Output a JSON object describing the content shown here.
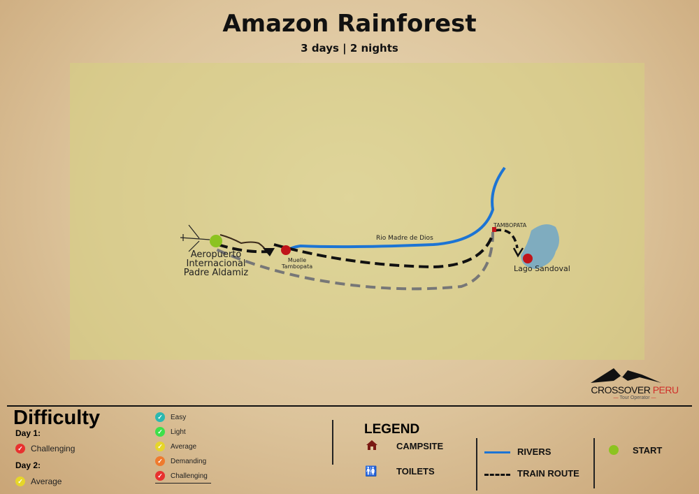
{
  "header": {
    "title": "Amazon Rainforest",
    "subtitle": "3 days | 2 nights"
  },
  "map": {
    "labels": {
      "airport": [
        "Aeropuerto",
        "Internacional",
        "Padre Aldamiz"
      ],
      "muelle": [
        "Muelle",
        "Tambopata"
      ],
      "river": "Rio Madre de Dios",
      "tambopata": "TAMBOPATA",
      "lake": "Lago Sandoval"
    }
  },
  "logo": {
    "brand_a": "CROSSOVER",
    "brand_b": "PERU",
    "tagline": "Tour Operator"
  },
  "difficulty": {
    "title": "Difficulty",
    "days": [
      {
        "label": "Day 1:",
        "level": "Challenging",
        "color": "#e8312f"
      },
      {
        "label": "Day 2:",
        "level": "Average",
        "color": "#e6d62a"
      }
    ],
    "scale": [
      {
        "label": "Easy",
        "color": "#2bb8b0"
      },
      {
        "label": "Light",
        "color": "#3ee04a"
      },
      {
        "label": "Average",
        "color": "#e6d62a"
      },
      {
        "label": "Demanding",
        "color": "#ef7a2e"
      },
      {
        "label": "Challenging",
        "color": "#e8312f"
      }
    ]
  },
  "legend": {
    "title": "LEGEND",
    "campsite": "CAMPSITE",
    "toilets": "TOILETS",
    "rivers": "RIVERS",
    "train_route": "TRAIN ROUTE",
    "start": "START"
  },
  "colors": {
    "river": "#1c74d4",
    "start": "#8cc320",
    "stop": "#c0141a"
  }
}
